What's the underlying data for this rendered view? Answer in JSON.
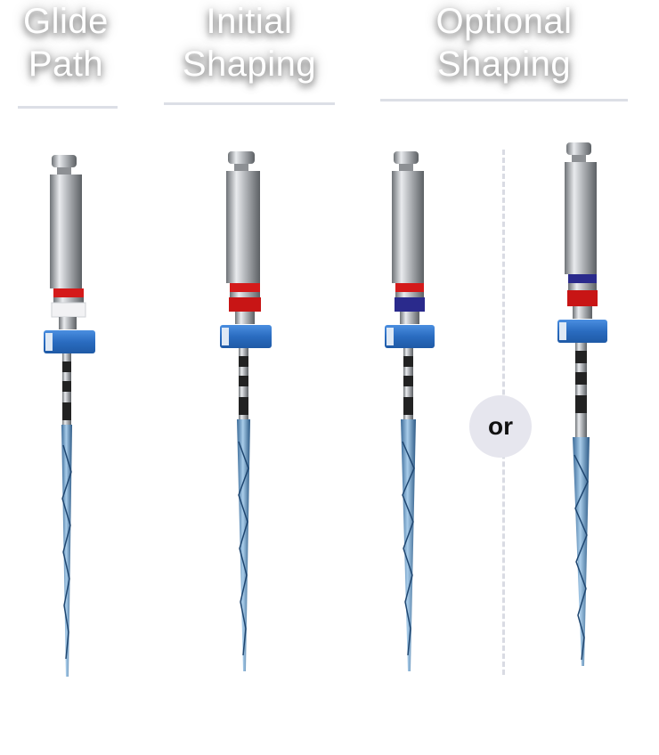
{
  "headings": [
    {
      "lines": [
        "Glide",
        "Path"
      ]
    },
    {
      "lines": [
        "Initial",
        "Shaping"
      ]
    },
    {
      "lines": [
        "Optional",
        "Shaping"
      ]
    }
  ],
  "separator": {
    "label": "or"
  },
  "colors": {
    "red_band": "#d41a1a",
    "purple_band": "#2a2a8c",
    "white_band": "#f2f2f2",
    "stopper_blue": "#2f73c8",
    "blade_blue": "#6fa6d4",
    "shaft_silver": "#b9bcc0"
  },
  "files": [
    {
      "name": "glide-path-file",
      "bands": [
        "red",
        "white"
      ]
    },
    {
      "name": "initial-shaping-file",
      "bands": [
        "red",
        "red"
      ]
    },
    {
      "name": "optional-shaping-file-1",
      "bands": [
        "red",
        "purple"
      ]
    },
    {
      "name": "optional-shaping-file-2",
      "bands": [
        "purple",
        "red"
      ]
    }
  ]
}
